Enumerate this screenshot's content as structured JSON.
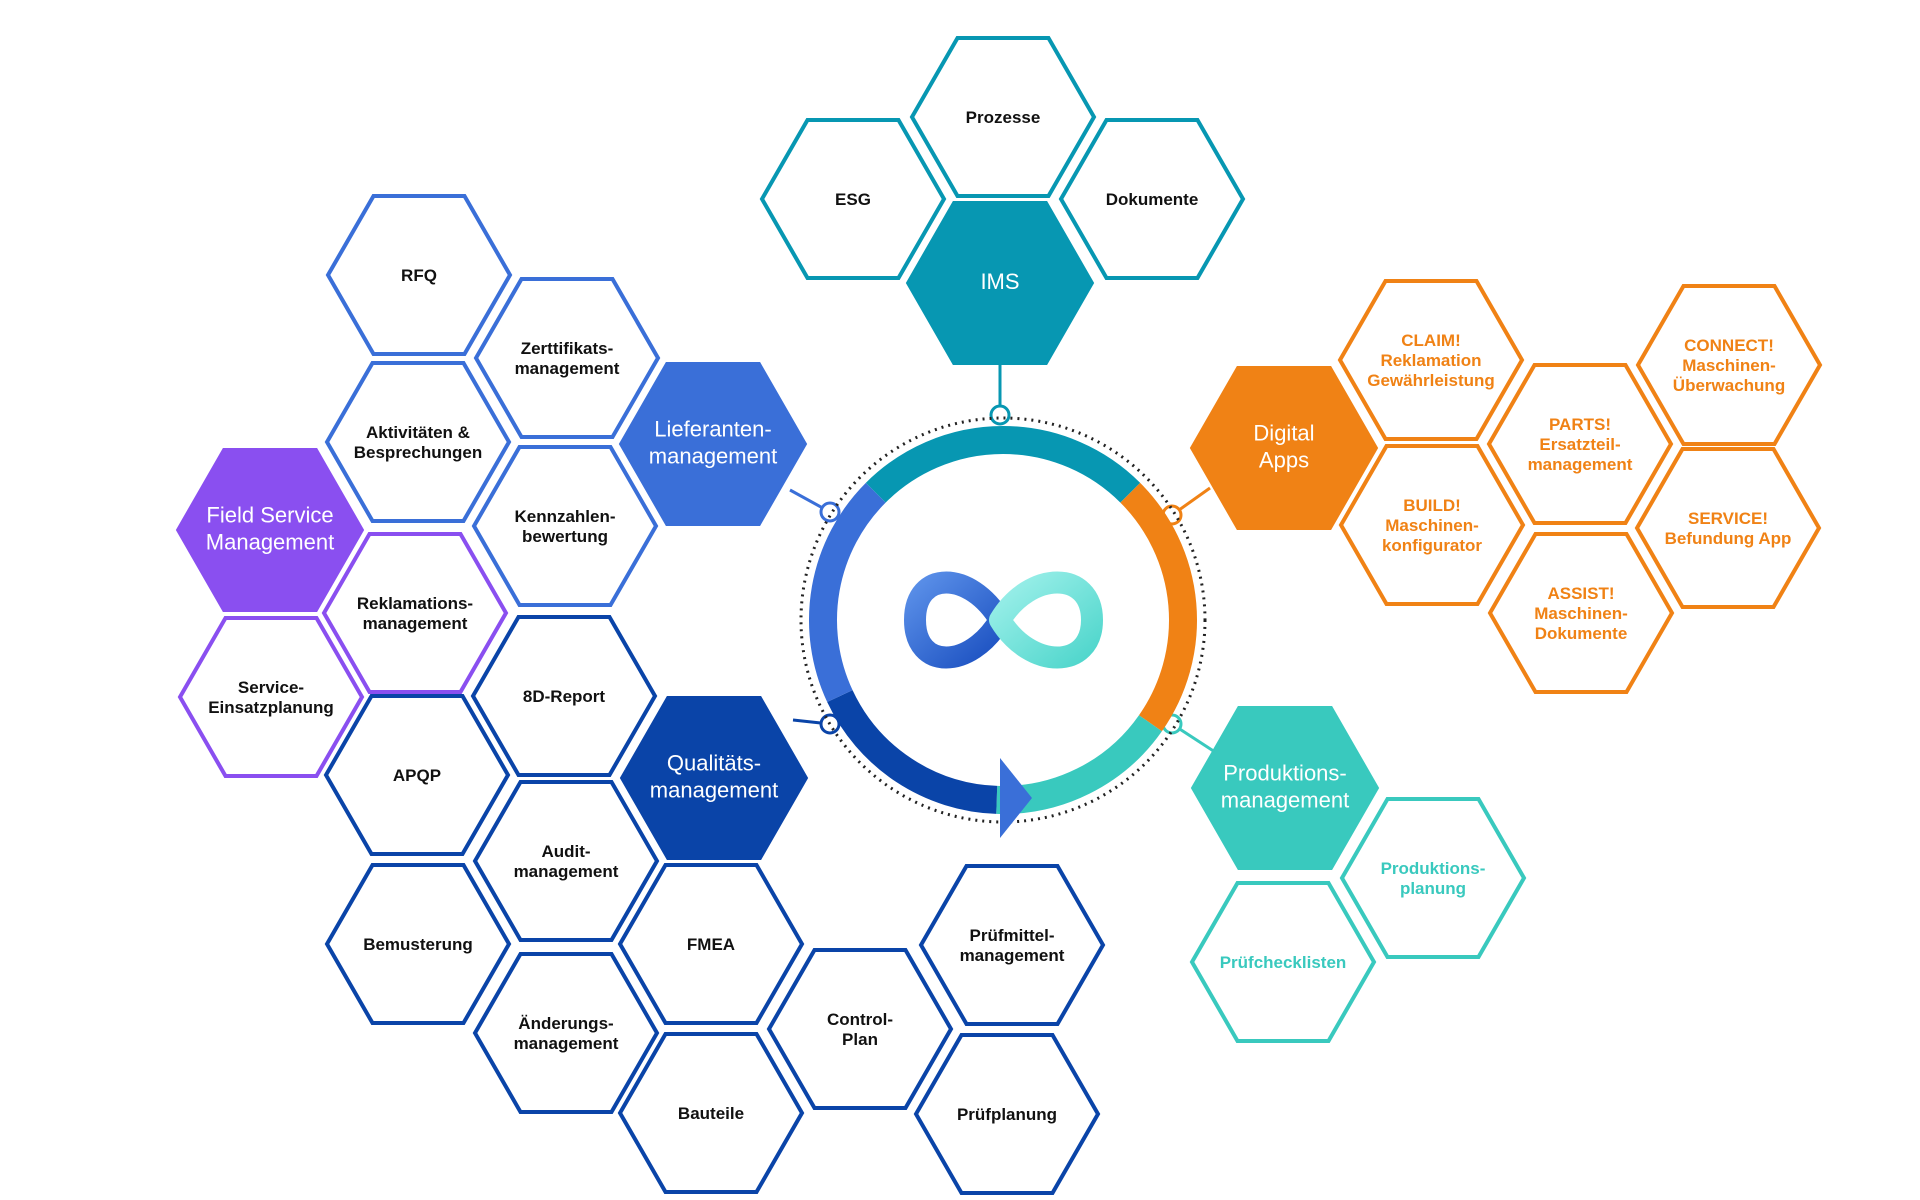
{
  "colors": {
    "ims": "#0797b2",
    "supplier": "#3a6fd8",
    "quality": "#0a44a8",
    "digital": "#f08215",
    "production": "#39c9be",
    "field_service": "#8a4ff0",
    "dotted_ring": "#222222"
  },
  "center": {
    "logo": "infinity-logo-icon",
    "arrow": "cycle-arrow-icon"
  },
  "hubs": [
    {
      "id": "ims",
      "label": "IMS"
    },
    {
      "id": "supplier",
      "label": "Lieferanten-\nmanagement"
    },
    {
      "id": "quality",
      "label": "Qualitäts-\nmanagement"
    },
    {
      "id": "digital",
      "label": "Digital\nApps"
    },
    {
      "id": "production",
      "label": "Produktions-\nmanagement"
    },
    {
      "id": "field",
      "label": "Field Service\nManagement"
    }
  ],
  "modules": [
    {
      "id": "prozesse",
      "group": "ims",
      "label": "Prozesse"
    },
    {
      "id": "esg",
      "group": "ims",
      "label": "ESG"
    },
    {
      "id": "dokumente",
      "group": "ims",
      "label": "Dokumente"
    },
    {
      "id": "rfq",
      "group": "supplier",
      "label": "RFQ"
    },
    {
      "id": "zertifikate",
      "group": "supplier",
      "label": "Zerttifikats-\nmanagement"
    },
    {
      "id": "aktivitaeten",
      "group": "supplier",
      "label": "Aktivitäten &\nBesprechungen"
    },
    {
      "id": "kennzahlen",
      "group": "supplier",
      "label": "Kennzahlen-\nbewertung"
    },
    {
      "id": "reklamation",
      "group": "field",
      "label": "Reklamations-\nmanagement"
    },
    {
      "id": "service",
      "group": "field",
      "label": "Service-\nEinsatzplanung"
    },
    {
      "id": "8d",
      "group": "quality",
      "label": "8D-Report"
    },
    {
      "id": "apqp",
      "group": "quality",
      "label": "APQP"
    },
    {
      "id": "audit",
      "group": "quality",
      "label": "Audit-\nmanagement"
    },
    {
      "id": "bemusterung",
      "group": "quality",
      "label": "Bemusterung"
    },
    {
      "id": "fmea",
      "group": "quality",
      "label": "FMEA"
    },
    {
      "id": "aenderung",
      "group": "quality",
      "label": "Änderungs-\nmanagement"
    },
    {
      "id": "control",
      "group": "quality",
      "label": "Control-\nPlan"
    },
    {
      "id": "pruefmittel",
      "group": "quality",
      "label": "Prüfmittel-\nmanagement"
    },
    {
      "id": "bauteile",
      "group": "quality",
      "label": "Bauteile"
    },
    {
      "id": "pruefplanung",
      "group": "quality",
      "label": "Prüfplanung"
    },
    {
      "id": "claim",
      "group": "digital",
      "label": "CLAIM!\nReklamation\nGewährleistung"
    },
    {
      "id": "parts",
      "group": "digital",
      "label": "PARTS!\nErsatzteil-\nmanagement"
    },
    {
      "id": "connect",
      "group": "digital",
      "label": "CONNECT!\nMaschinen-\nÜberwachung"
    },
    {
      "id": "build",
      "group": "digital",
      "label": "BUILD!\nMaschinen-\nkonfigurator"
    },
    {
      "id": "servicebefund",
      "group": "digital",
      "label": "SERVICE!\nBefundung App"
    },
    {
      "id": "assist",
      "group": "digital",
      "label": "ASSIST!\nMaschinen-\nDokumente"
    },
    {
      "id": "produktionsplanung",
      "group": "production",
      "label": "Produktions-\nplanung"
    },
    {
      "id": "pruefcheck",
      "group": "production",
      "label": "Prüfchecklisten"
    }
  ]
}
